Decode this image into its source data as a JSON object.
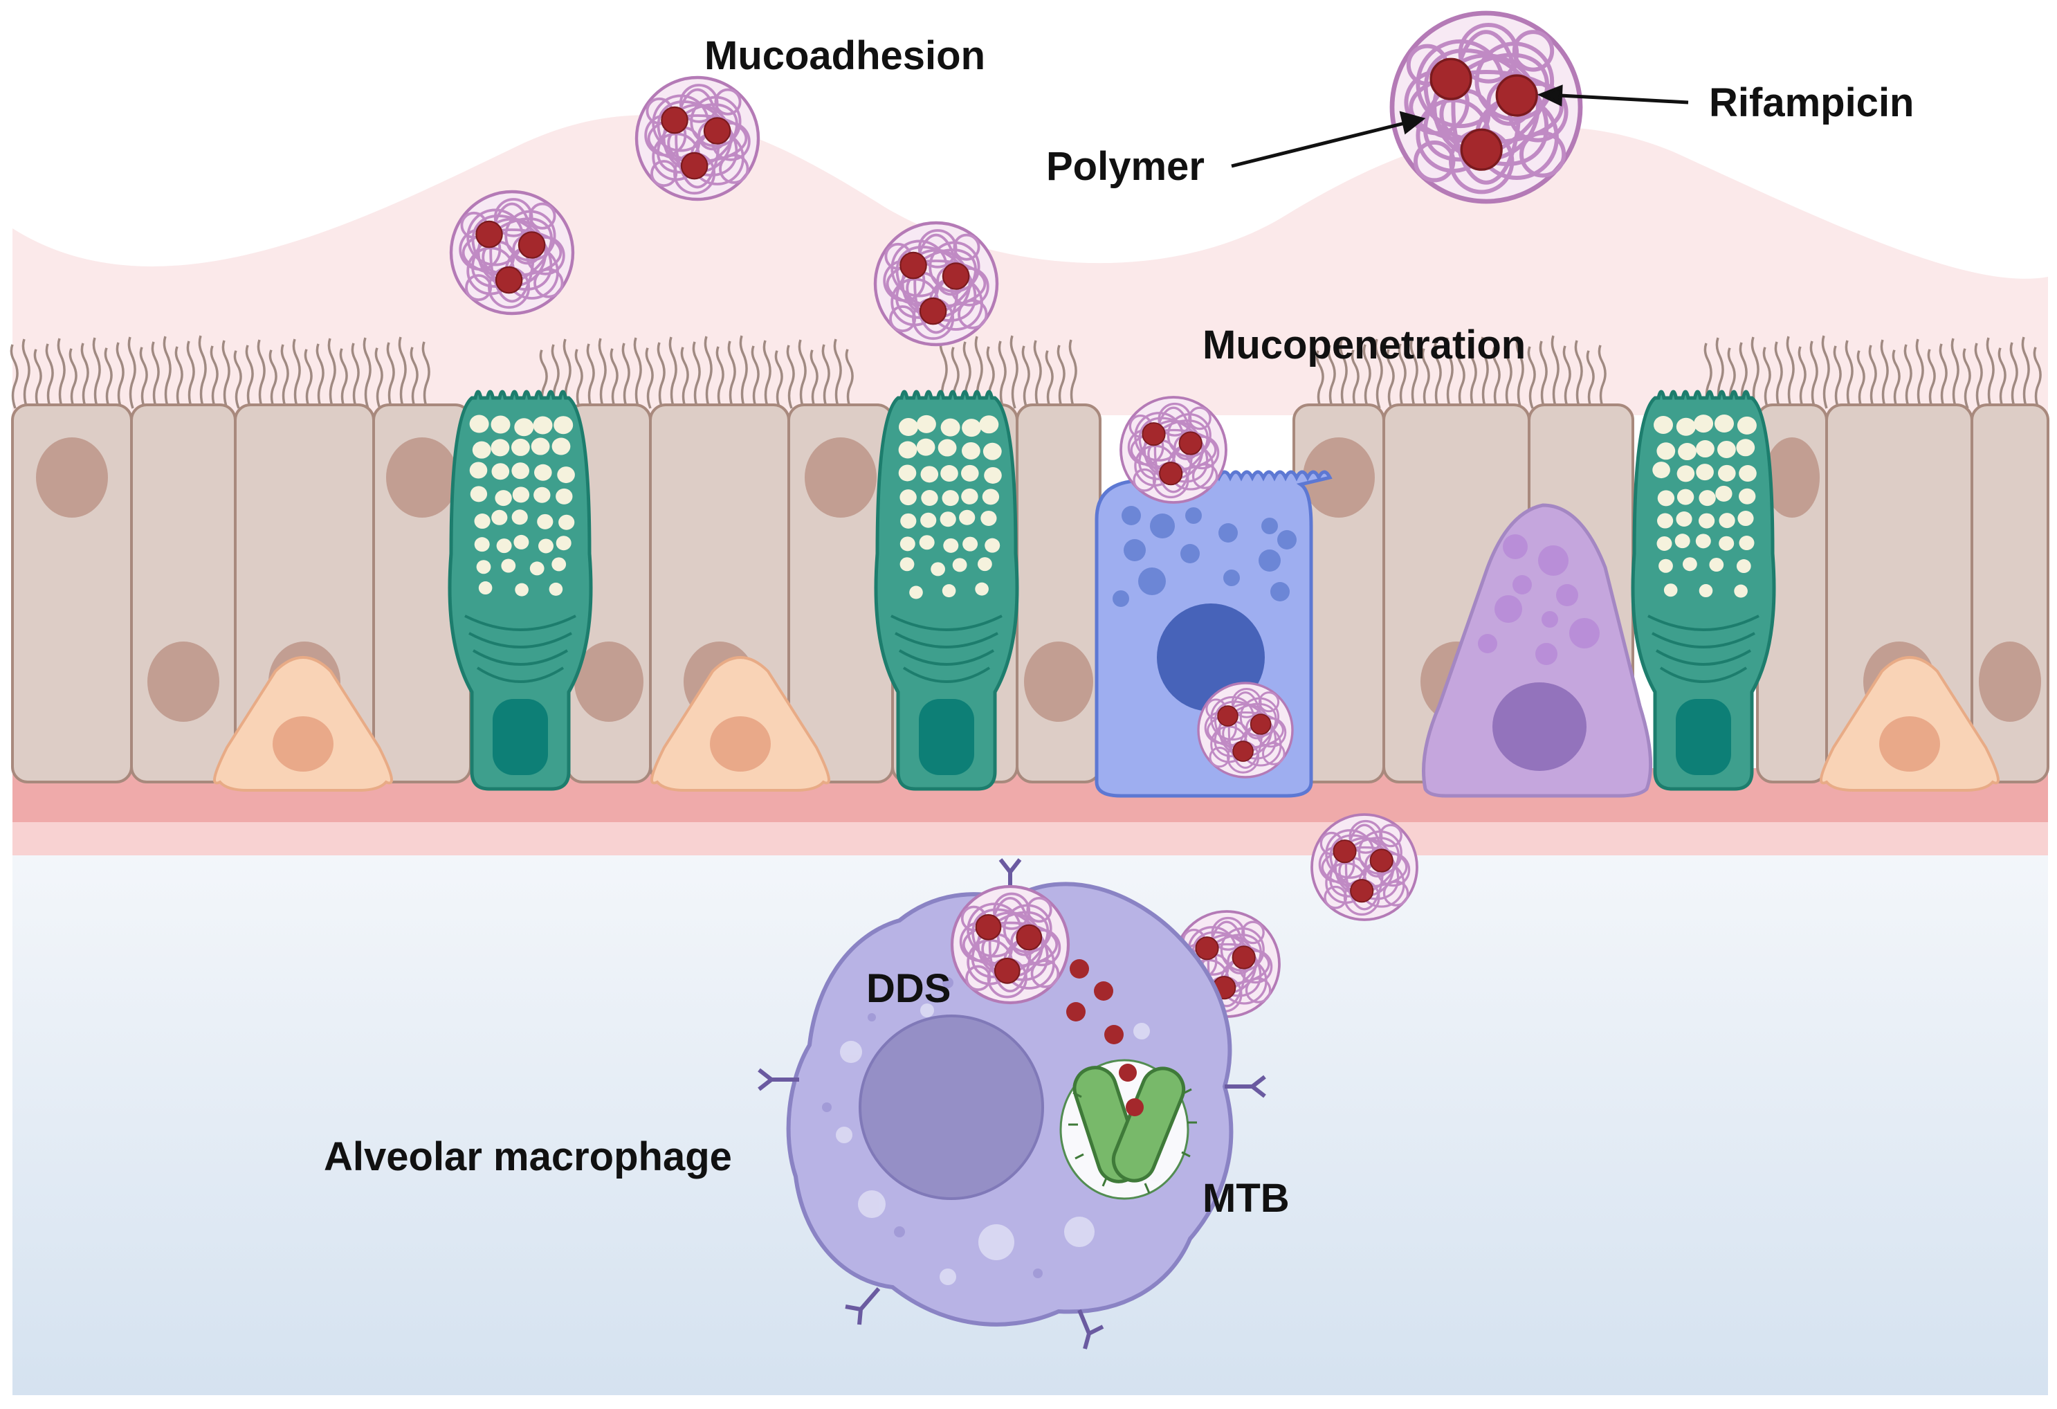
{
  "labels": {
    "mucoadhesion": "Mucoadhesion",
    "polymer": "Polymer",
    "rifampicin": "Rifampicin",
    "mucopenetration": "Mucopenetration",
    "dds": "DDS",
    "alveolar_macrophage": "Alveolar macrophage",
    "mtb": "MTB"
  },
  "colors": {
    "mucus": "#fbe9ea",
    "cilia": "#a08a82",
    "ciliated_cell": "#ddcdc6",
    "cell_outline": "#a8897d",
    "nucleus": "#c29e92",
    "goblet_cell": "#3e9f8d",
    "goblet_dark": "#1d7d6d",
    "granule": "#f5f2dd",
    "basal_cell": "#f9d3b6",
    "basal_nucleus": "#e9a989",
    "m_cell": "#9eaef0",
    "m_cell_nucleus": "#4763b9",
    "club_cell": "#c5a6dd",
    "club_nucleus": "#9373bc",
    "basement_membrane": "#efaaaa",
    "alveolar_space_top": "#f2f5fa",
    "alveolar_space_bottom": "#d6e3f1",
    "macrophage": "#b8b3e5",
    "macrophage_nucleus": "#958fc6",
    "polymer": "#c89ad0",
    "rifampicin": "#a4282c",
    "mtb": "#78b96a"
  }
}
